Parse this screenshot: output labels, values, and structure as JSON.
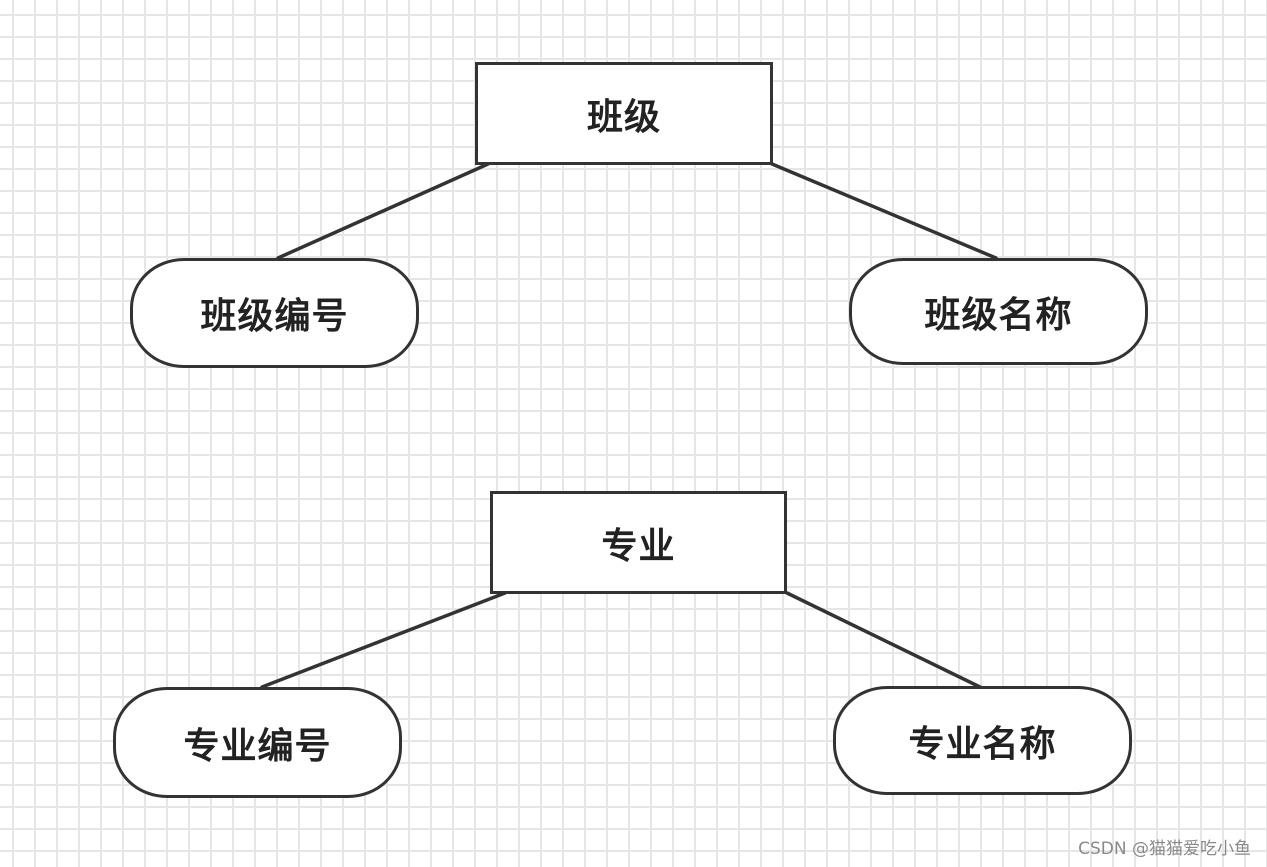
{
  "diagram": {
    "type": "er-diagram",
    "line_color": "#333333",
    "box_border_color": "#333333",
    "text_color": "#222222",
    "background": "grid",
    "groups": [
      {
        "entity": "班级",
        "attributes": [
          "班级编号",
          "班级名称"
        ]
      },
      {
        "entity": "专业",
        "attributes": [
          "专业编号",
          "专业名称"
        ]
      }
    ]
  },
  "watermark": "CSDN @猫猫爱吃小鱼"
}
